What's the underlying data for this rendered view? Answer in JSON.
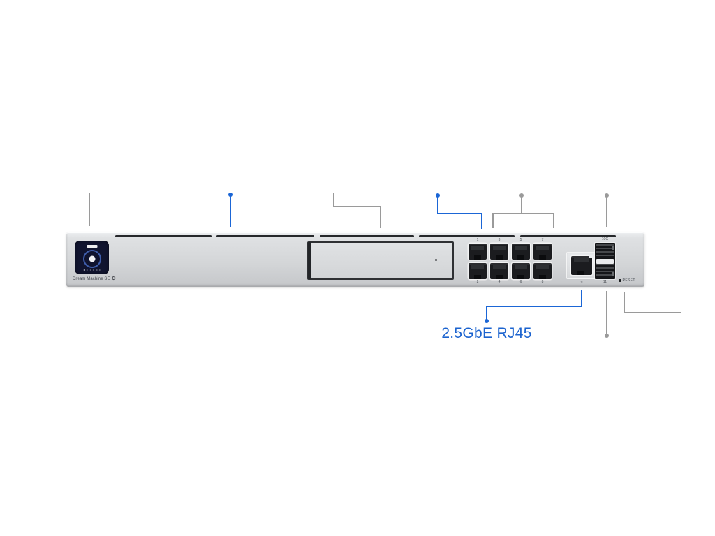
{
  "colors": {
    "accent_blue": "#1b66d6",
    "callout_gray": "#9a9a9a",
    "chassis_gray": "#d4d6d8",
    "display_navy": "#10142f"
  },
  "device": {
    "product_label": "Dream Machine SE",
    "ports": {
      "lan_top_labels": [
        "1",
        "3",
        "5",
        "7"
      ],
      "lan_bottom_labels": [
        "2",
        "4",
        "6",
        "8"
      ],
      "wan_port_label": "9",
      "sfp_top_label": "10G",
      "sfp_bottom_label": "11",
      "reset_label": "RESET"
    }
  },
  "annotations": {
    "wan_callout_label": "2.5GbE RJ45"
  }
}
